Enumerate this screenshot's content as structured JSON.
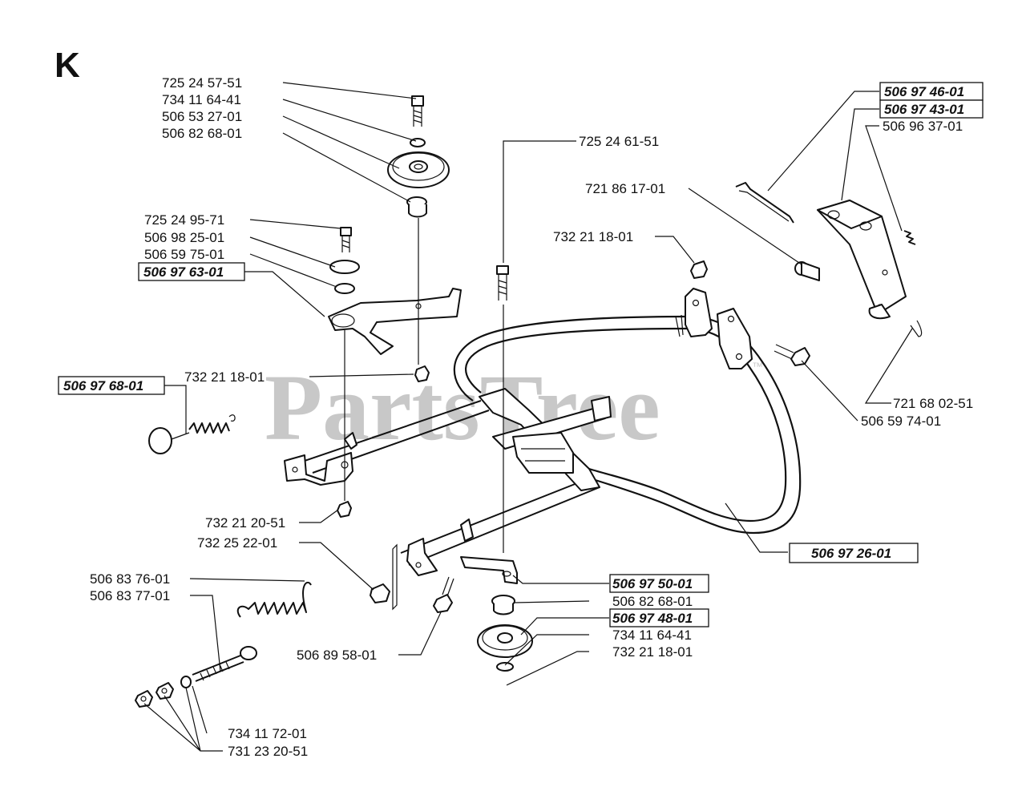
{
  "diagram": {
    "section_letter": "K",
    "watermark": "PartsTree",
    "watermark_tm": "™",
    "callouts": [
      {
        "id": "c1",
        "text": "725 24 57-51",
        "highlighted": false
      },
      {
        "id": "c2",
        "text": "734 11 64-41",
        "highlighted": false
      },
      {
        "id": "c3",
        "text": "506 53 27-01",
        "highlighted": false
      },
      {
        "id": "c4",
        "text": "506 82 68-01",
        "highlighted": false
      },
      {
        "id": "c5",
        "text": "725 24 61-51",
        "highlighted": false
      },
      {
        "id": "c6",
        "text": "506 97 46-01",
        "highlighted": true
      },
      {
        "id": "c7",
        "text": "506 97 43-01",
        "highlighted": true
      },
      {
        "id": "c8",
        "text": "506 96 37-01",
        "highlighted": false
      },
      {
        "id": "c9",
        "text": "721 86 17-01",
        "highlighted": false
      },
      {
        "id": "c10",
        "text": "732 21 18-01",
        "highlighted": false
      },
      {
        "id": "c11",
        "text": "725 24 95-71",
        "highlighted": false
      },
      {
        "id": "c12",
        "text": "506 98 25-01",
        "highlighted": false
      },
      {
        "id": "c13",
        "text": "506 59 75-01",
        "highlighted": false
      },
      {
        "id": "c14",
        "text": "506 97 63-01",
        "highlighted": true
      },
      {
        "id": "c15",
        "text": "732 21 18-01",
        "highlighted": false
      },
      {
        "id": "c16",
        "text": "506 97 68-01",
        "highlighted": true
      },
      {
        "id": "c17",
        "text": "721 68 02-51",
        "highlighted": false
      },
      {
        "id": "c18",
        "text": "506 59 74-01",
        "highlighted": false
      },
      {
        "id": "c19",
        "text": "732 21 20-51",
        "highlighted": false
      },
      {
        "id": "c20",
        "text": "732 25 22-01",
        "highlighted": false
      },
      {
        "id": "c21",
        "text": "506 97 26-01",
        "highlighted": true
      },
      {
        "id": "c22",
        "text": "506 83 76-01",
        "highlighted": false
      },
      {
        "id": "c23",
        "text": "506 83 77-01",
        "highlighted": false
      },
      {
        "id": "c24",
        "text": "506 97 50-01",
        "highlighted": true
      },
      {
        "id": "c25",
        "text": "506 82 68-01",
        "highlighted": false
      },
      {
        "id": "c26",
        "text": "506 97 48-01",
        "highlighted": true
      },
      {
        "id": "c27",
        "text": "734 11 64-41",
        "highlighted": false
      },
      {
        "id": "c28",
        "text": "732 21 18-01",
        "highlighted": false
      },
      {
        "id": "c29",
        "text": "506 89 58-01",
        "highlighted": false
      },
      {
        "id": "c30",
        "text": "734 11 72-01",
        "highlighted": false
      },
      {
        "id": "c31",
        "text": "731 23 20-51",
        "highlighted": false
      }
    ]
  }
}
